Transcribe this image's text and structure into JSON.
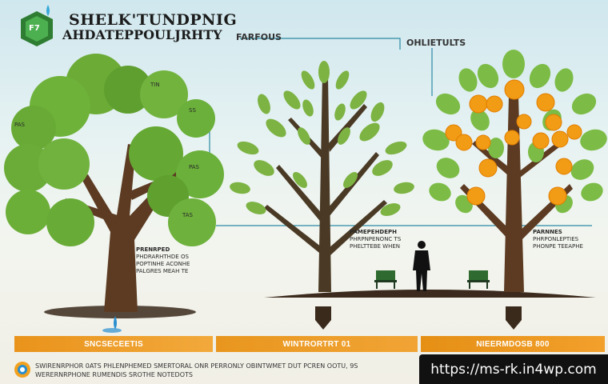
{
  "title": {
    "line1": "SHELK'TUNDPNIG",
    "line2": "AHDATEPPOULJRHTY",
    "logo": "F7"
  },
  "section_headers": {
    "middle": "FARFOUS",
    "right": "OHLIETULTS"
  },
  "left_tree": {
    "circle_labels": [
      "PAS",
      "TIN",
      "SS",
      "PAS",
      "TAS"
    ],
    "caption": [
      "PRENRPED",
      "PHDRARHTHDE OS",
      "POPTINHE ACONHE",
      "PALGRES MEAH TE"
    ]
  },
  "middle_tree": {
    "caption": [
      "PAMEPEHDEPH",
      "PHRPNPENONC TS",
      "PHELTTEBE WHEN"
    ]
  },
  "right_tree": {
    "caption": [
      "PARNNES",
      "PHRPONLEPTIES",
      "PHONPE TEEAPHE"
    ]
  },
  "bars": {
    "left": "SNCSECEETIS",
    "middle": "WINTRORTRT 01",
    "right": "NIEERMDOSB 800"
  },
  "footer": {
    "line1": "SWIRENRPHOR 0ATS PHLENPHEMED SMERTORAL ONR PERRONLY OBINTWMET DUT PCREN OOTU, 9S",
    "line2": "WERERNRPHONE RUMENDIS SROTHE NOTEDOTS"
  },
  "url": "https://ms-rk.in4wp.com",
  "colors": {
    "leaf_green": "#6aa83a",
    "trunk": "#5a3a22",
    "orange_bar": "#e8961e",
    "fruit": "#f29b14"
  },
  "icon_names": [
    "logo-hexagon-icon",
    "water-drop-icon",
    "footer-badge-icon",
    "bench-icon",
    "person-silhouette-icon"
  ]
}
